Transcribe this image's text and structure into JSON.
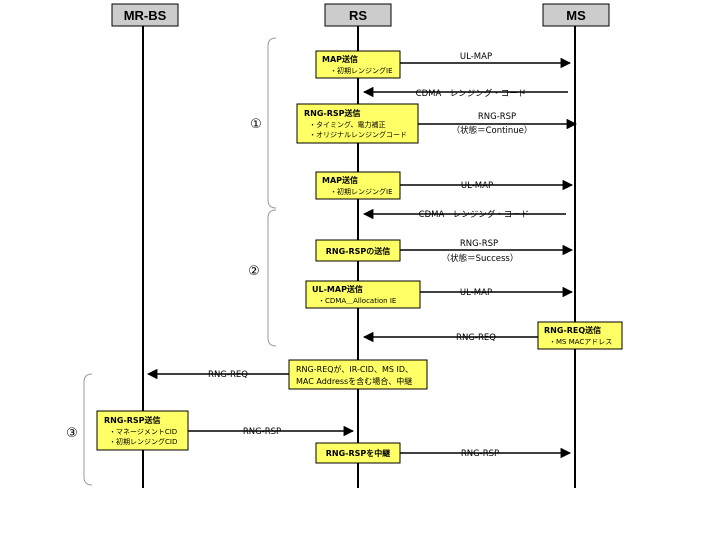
{
  "entities": {
    "mrbs": "MR-BS",
    "rs": "RS",
    "ms": "MS"
  },
  "groups": [
    "①",
    "②",
    "③"
  ],
  "boxes": {
    "b1": {
      "title": "MAP送信",
      "lines": [
        "・初期レンジングIE"
      ]
    },
    "b2": {
      "title": "RNG-RSP送信",
      "lines": [
        "・タイミング、電力補正",
        "・オリジナルレンジングコード"
      ]
    },
    "b3": {
      "title": "MAP送信",
      "lines": [
        "・初期レンジングIE"
      ]
    },
    "b4": {
      "title": "RNG-RSPの送信",
      "lines": []
    },
    "b5": {
      "title": "UL-MAP送信",
      "lines": [
        "・CDMA＿Allocation IE"
      ]
    },
    "b6": {
      "title": "RNG-REQ送信",
      "lines": [
        "・MS MACアドレス"
      ]
    },
    "b7": {
      "title": "",
      "lines": [
        "RNG-REQが、IR-CID、MS ID、",
        "MAC Addressを含む場合、中継"
      ]
    },
    "b8": {
      "title": "RNG-RSP送信",
      "lines": [
        "・マネージメントCID",
        "・初期レンジングCID"
      ]
    },
    "b9": {
      "title": "RNG-RSPを中継",
      "lines": []
    }
  },
  "messages": {
    "m1": "UL-MAP",
    "m2": "CDMA　レンジング・コード",
    "m3a": "RNG-RSP",
    "m3b": "（状態＝Continue）",
    "m4": "UL-MAP",
    "m5": "CDMA　レンジング・コード",
    "m6a": "RNG-RSP",
    "m6b": "（状態＝Success）",
    "m7": "UL-MAP",
    "m8": "RNG-REQ",
    "m9": "RNG-REQ",
    "m10": "RNG-RSP",
    "m11": "RNG-RSP"
  },
  "colors": {
    "box_fill": "#ffff66",
    "header_fill": "#cccccc",
    "line": "#000000",
    "bracket": "#999999"
  }
}
